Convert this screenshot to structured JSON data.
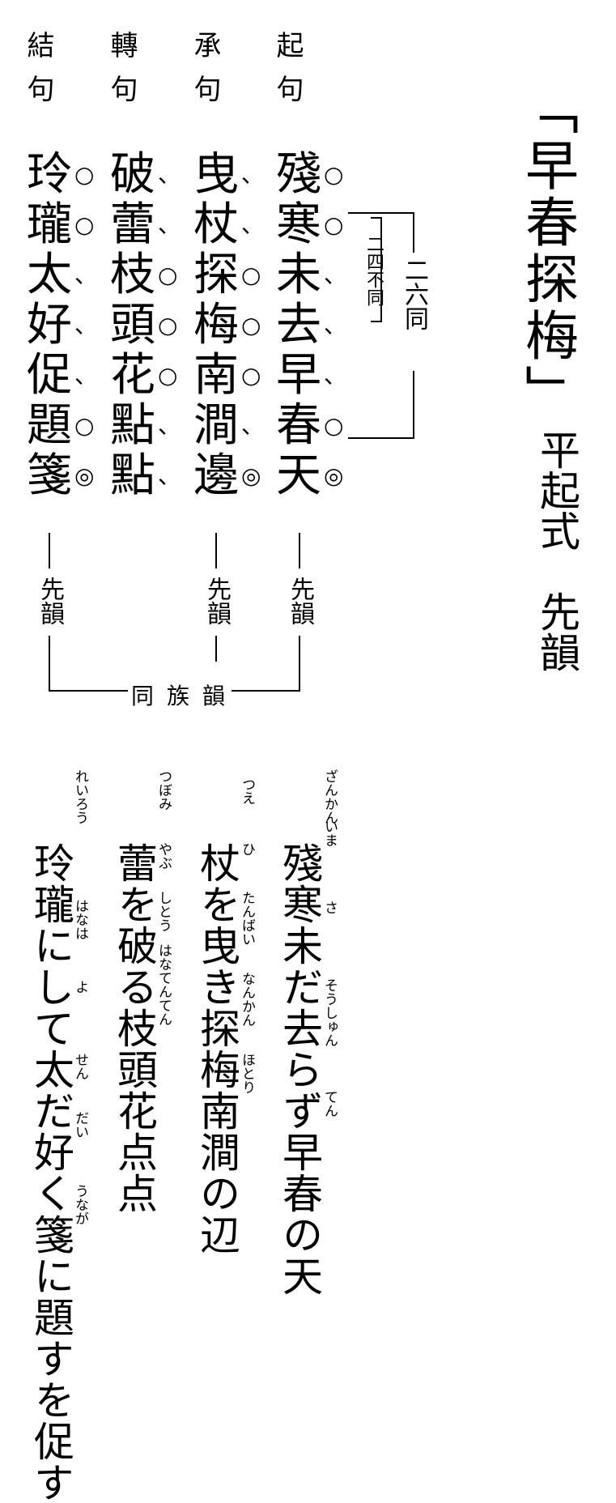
{
  "title": "「早春探梅」",
  "subtitle": "平起式　先韻",
  "labels": {
    "ki": "起句",
    "sho": "承句",
    "ten": "轉句",
    "ketsu": "結句"
  },
  "poem": {
    "ki": {
      "chars": [
        "殘",
        "寒",
        "未",
        "去",
        "早",
        "春",
        "天"
      ],
      "marks": [
        "○",
        "○",
        "、",
        "、",
        "、",
        "○",
        "◎"
      ]
    },
    "sho": {
      "chars": [
        "曳",
        "杖",
        "探",
        "梅",
        "南",
        "澗",
        "邊"
      ],
      "marks": [
        "、",
        "、",
        "○",
        "○",
        "○",
        "、",
        "◎"
      ]
    },
    "ten": {
      "chars": [
        "破",
        "蕾",
        "枝",
        "頭",
        "花",
        "點",
        "點"
      ],
      "marks": [
        "、",
        "、",
        "○",
        "○",
        "○",
        "、",
        "、"
      ]
    },
    "ketsu": {
      "chars": [
        "玲",
        "瓏",
        "太",
        "好",
        "促",
        "題",
        "箋"
      ],
      "marks": [
        "○",
        "○",
        "、",
        "、",
        "、",
        "○",
        "◎"
      ]
    }
  },
  "rules": {
    "nirokudo": "二六同",
    "nishifudo": "二四不同"
  },
  "rhyme": {
    "label_ki": "先韻",
    "label_sho": "先韻",
    "label_ketsu": "先韻",
    "dozoku": "同族韻"
  },
  "readings": {
    "ki": "殘寒未だ去らず早春の天",
    "sho": "杖を曳き探梅南澗の辺",
    "ten": "蕾を破る枝頭花点点",
    "ketsu": "玲瓏にして太だ好く箋に題すを促す"
  },
  "furigana": {
    "ki": [
      "ざんかん",
      "いま",
      "さ",
      "そうしゅん",
      "てん"
    ],
    "sho": [
      "つえ",
      "ひ",
      "たんばい",
      "なんかん",
      "ほとり"
    ],
    "ten": [
      "つぼみ",
      "やぶ",
      "しとう",
      "はなてんてん"
    ],
    "ketsu": [
      "れいろう",
      "はなは",
      "よ",
      "せん",
      "だい",
      "うなが"
    ]
  }
}
